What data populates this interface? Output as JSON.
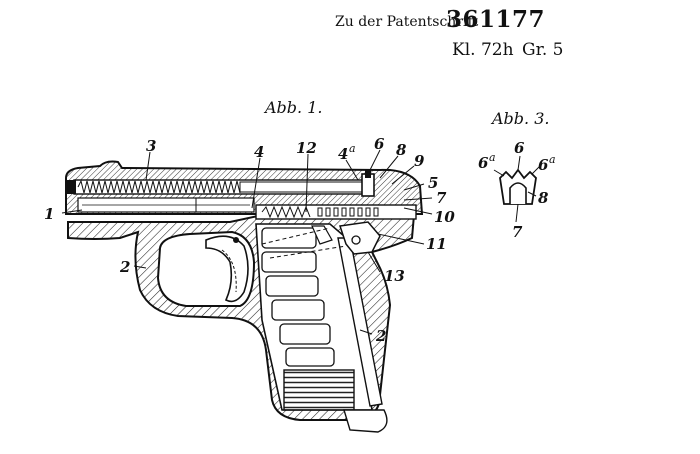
{
  "header": {
    "patent_label": "Zu der Patentschrift",
    "patent_number": "361177",
    "klasse": "Kl. 72h",
    "gruppe": "Gr. 5"
  },
  "figures": {
    "fig1": {
      "title": "Abb. 1.",
      "labels": [
        "1",
        "2",
        "3",
        "4",
        "12",
        "4",
        "a",
        "6",
        "8",
        "9",
        "5",
        "7",
        "10",
        "11",
        "13",
        "2"
      ]
    },
    "fig3": {
      "title": "Abb. 3.",
      "labels": [
        "6",
        "6",
        "a",
        "6",
        "a",
        "8",
        "7"
      ]
    }
  }
}
